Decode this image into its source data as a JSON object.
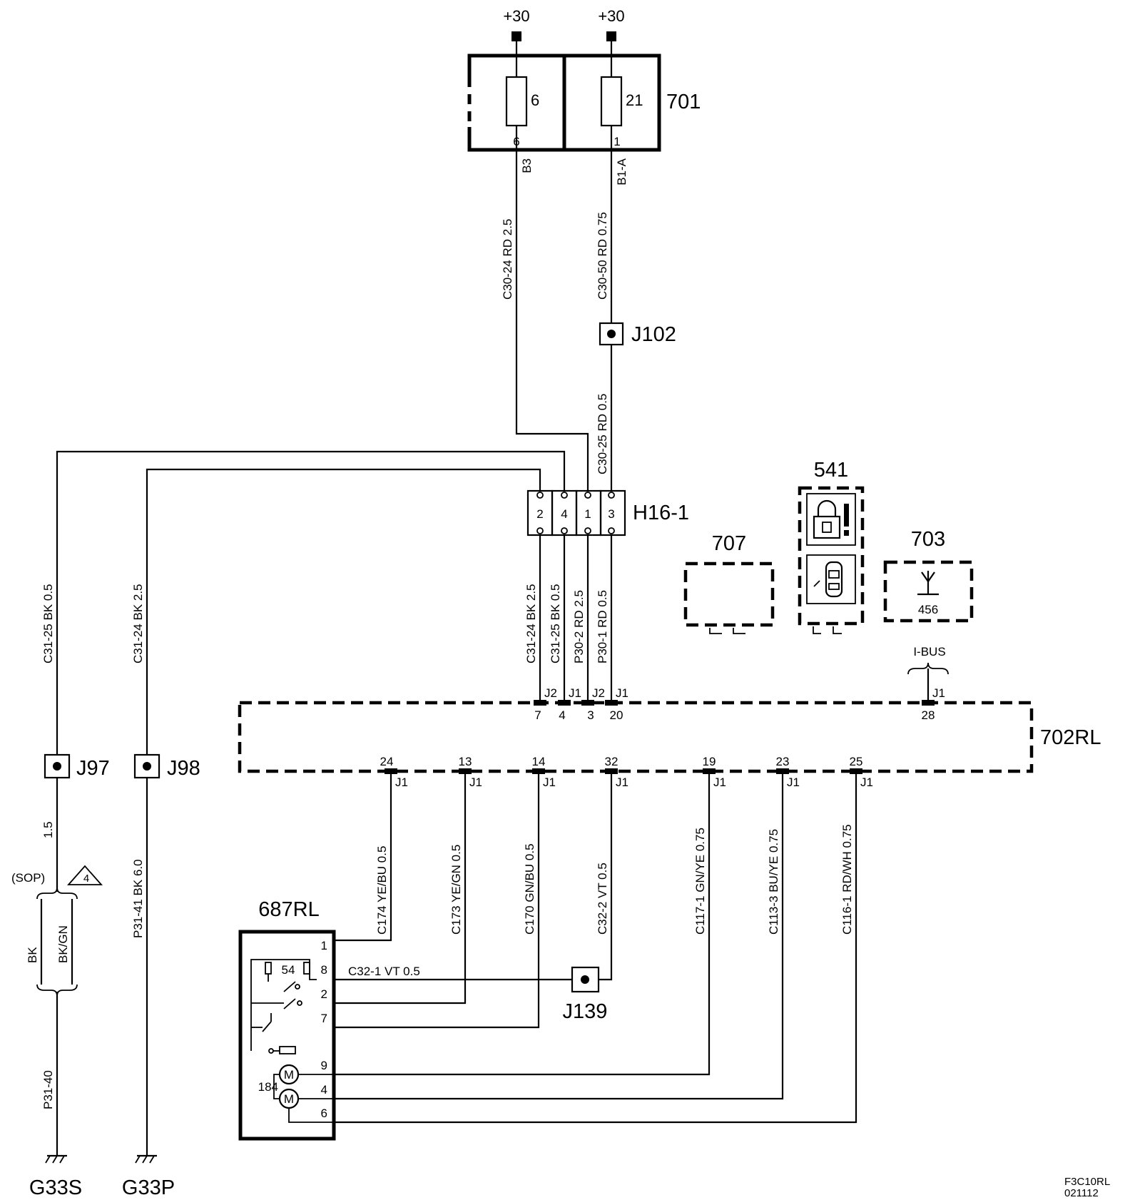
{
  "supply": {
    "left": "+30",
    "right": "+30"
  },
  "fusebox": {
    "id": "701",
    "fuse_left": "6",
    "fuse_right": "21",
    "pin_left": "6",
    "pin_right": "1",
    "conn_left": "B3",
    "conn_right": "B1-A"
  },
  "wires": {
    "c30_24": "C30-24  RD  2.5",
    "c30_50": "C30-50  RD  0.75",
    "c30_25": "C30-25  RD  0.5",
    "c31_24_top": "C31-24  BK  2.5",
    "c31_25_top": "C31-25  BK  0.5",
    "p30_2": "P30-2  RD  2.5",
    "p30_1": "P30-1  RD  0.5",
    "c31_25_left": "C31-25  BK  0.5",
    "c31_24_left": "C31-24  BK  2.5",
    "p31_41": "P31-41  BK  6.0",
    "p31_40": "P31-40",
    "gauge_15": "1.5",
    "bk": "BK",
    "bkgn": "BK/GN",
    "sop": "(SOP)",
    "note_num": "4",
    "c174": "C174  YE/BU  0.5",
    "c173": "C173  YE/GN  0.5",
    "c170": "C170  GN/BU  0.5",
    "c32_2": "C32-2  VT  0.5",
    "c117_1": "C117-1  GN/YE  0.75",
    "c113_3": "C113-3  BU/YE  0.75",
    "c116_1": "C116-1  RD/WH  0.75",
    "c32_1": "C32-1  VT  0.5"
  },
  "splices": {
    "j102": "J102",
    "j97": "J97",
    "j98": "J98",
    "j139": "J139"
  },
  "connector_h16": {
    "id": "H16-1",
    "pins": [
      "2",
      "4",
      "1",
      "3"
    ]
  },
  "module_702": {
    "id": "702RL",
    "top_conn": [
      "J2",
      "J1",
      "J2",
      "J1"
    ],
    "top_pins": [
      "7",
      "4",
      "3",
      "20"
    ],
    "ibus_conn": "J1",
    "ibus_pin": "28",
    "ibus_label": "I-BUS",
    "bottom_pins": [
      "24",
      "13",
      "14",
      "32",
      "19",
      "23",
      "25"
    ],
    "bottom_conn": [
      "J1",
      "J1",
      "J1",
      "J1",
      "J1",
      "J1",
      "J1"
    ]
  },
  "components": {
    "c707": "707",
    "c541": "541",
    "c703": "703",
    "c703_sub": "456"
  },
  "lock_687": {
    "id": "687RL",
    "pins": [
      "1",
      "8",
      "2",
      "7",
      "9",
      "4",
      "6"
    ],
    "switch_label": "54",
    "motor_label": "184",
    "motor_glyph": "M"
  },
  "grounds": {
    "left": "G33S",
    "right": "G33P"
  },
  "footer": {
    "code": "F3C10RL",
    "date": "021112"
  }
}
